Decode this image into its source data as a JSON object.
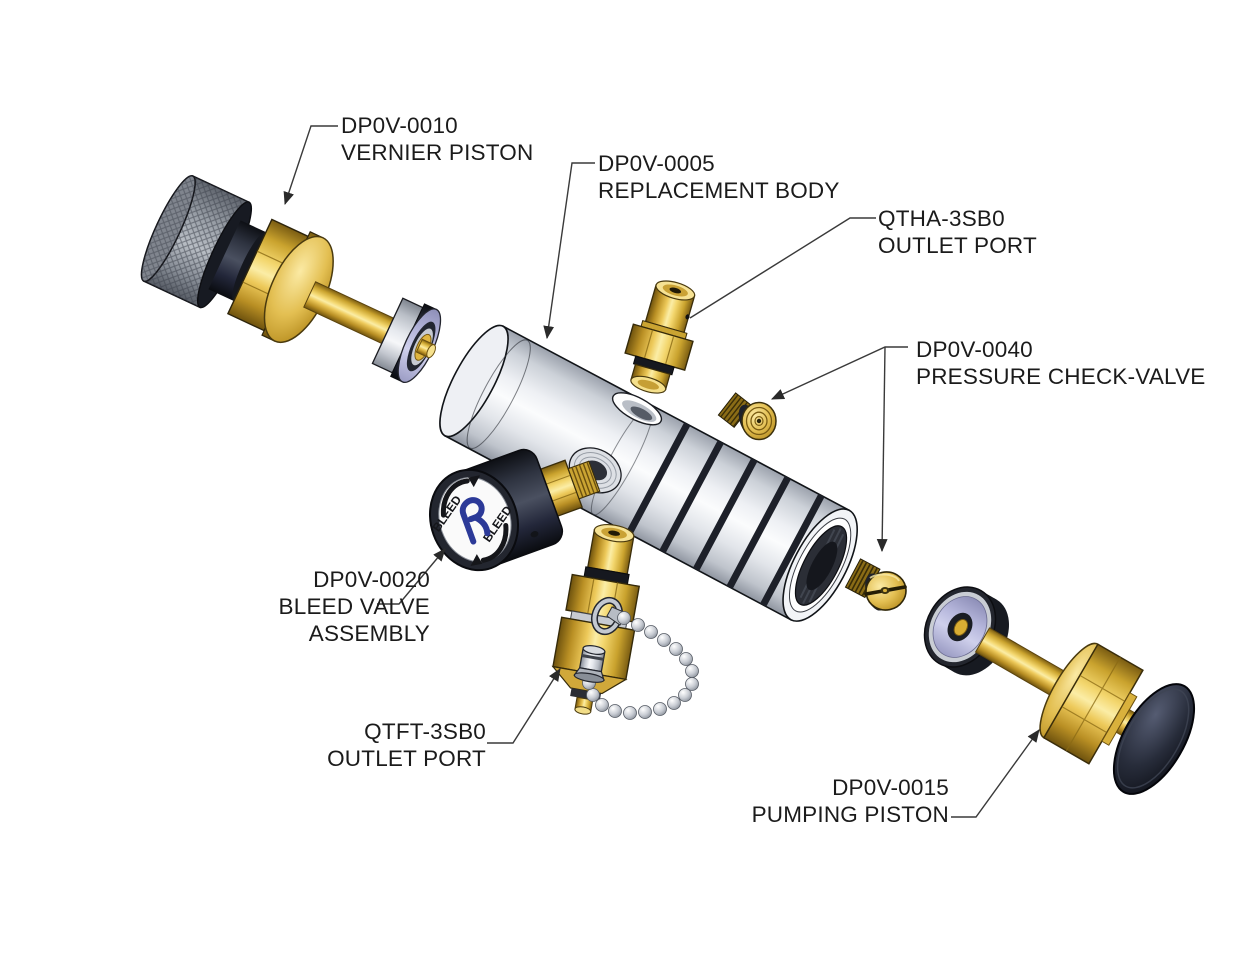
{
  "figure": {
    "type": "exploded-parts-diagram",
    "background_color": "#ffffff"
  },
  "callouts": [
    {
      "id": "vernier-piston",
      "code": "DP0V-0010",
      "name": "VERNIER PISTON"
    },
    {
      "id": "replacement-body",
      "code": "DP0V-0005",
      "name": "REPLACEMENT BODY"
    },
    {
      "id": "outlet-port-qtha",
      "code": "QTHA-3SB0",
      "name": "OUTLET PORT"
    },
    {
      "id": "pressure-check-valve",
      "code": "DP0V-0040",
      "name": "PRESSURE CHECK-VALVE"
    },
    {
      "id": "bleed-valve-assembly",
      "code": "DP0V-0020",
      "name": "BLEED VALVE",
      "name2": "ASSEMBLY"
    },
    {
      "id": "outlet-port-qtft",
      "code": "QTFT-3SB0",
      "name": "OUTLET PORT"
    },
    {
      "id": "pumping-piston",
      "code": "DP0V-0015",
      "name": "PUMPING PISTON"
    }
  ],
  "bleed_knob_text": "BLEED",
  "colors": {
    "brass": "#E3B93E",
    "body_metal": "#EDEFF3",
    "black_parts": "#20242E",
    "piston_seal": "#B9BADF",
    "chain_silver": "#C6CAD1",
    "logo_blue": "#2C3A98",
    "leader_line": "#3A3A3A",
    "label_text": "#1B1B1B"
  }
}
